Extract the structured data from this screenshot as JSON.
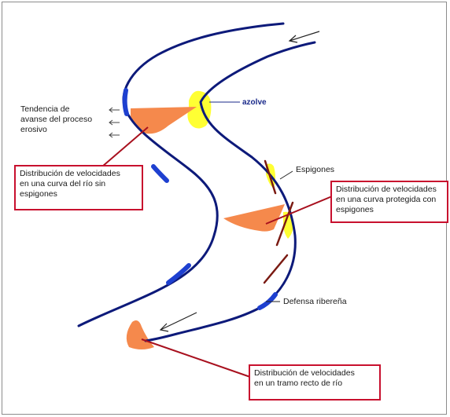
{
  "labels": {
    "tendencia": [
      "Tendencia de",
      "avanse del proceso",
      "erosivo"
    ],
    "azolve": "azolve",
    "espigones": "Espigones",
    "defensa": "Defensa ribereña"
  },
  "boxes": {
    "sin_espigones": [
      "Distribución de velocidades",
      "en una curva del río sin",
      "espigones"
    ],
    "con_espigones": [
      "Distribución de velocidades",
      "en una curva protegida con",
      "espigones"
    ],
    "tramo_recto": [
      "Distribución de velocidades",
      "en un tramo recto de río"
    ]
  },
  "colors": {
    "river_bank": "#0d1a7a",
    "velocity_fill": "#f5894c",
    "sediment": "#ffff33",
    "groyne": "#7a1a12",
    "callout_border": "#c8102e",
    "callout_line": "#a8101e"
  }
}
